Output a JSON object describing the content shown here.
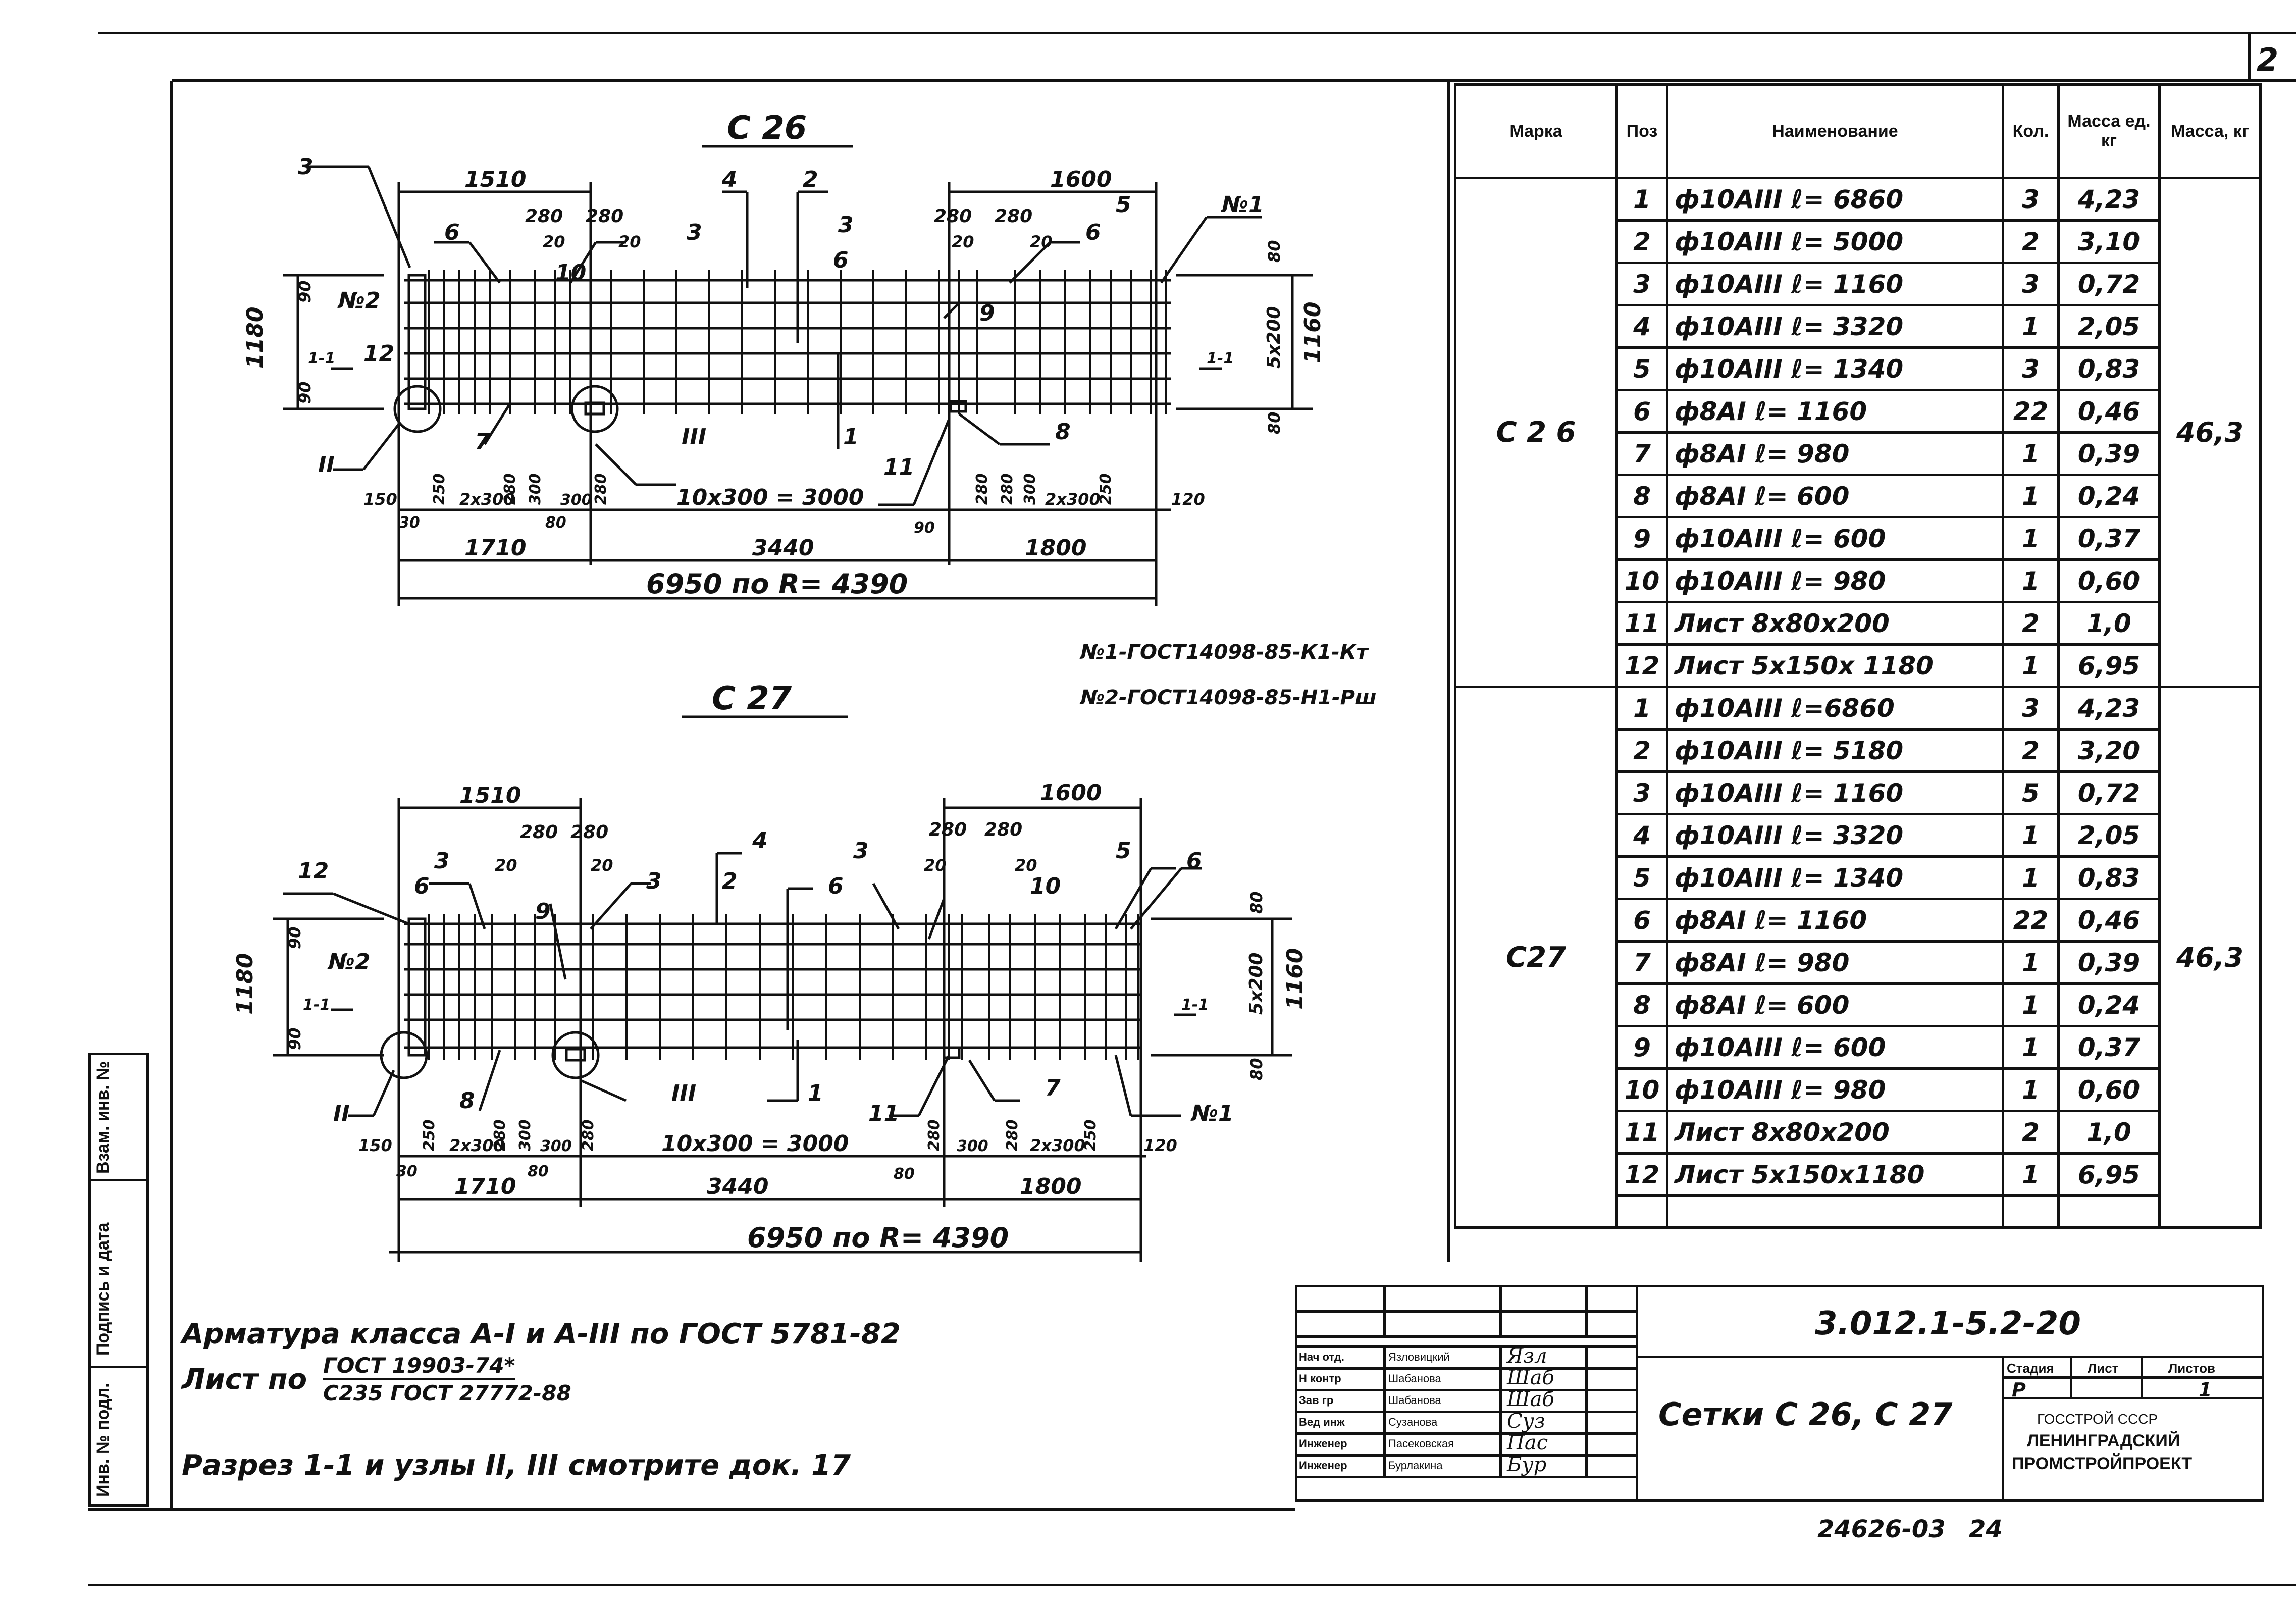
{
  "sheet_number": "2",
  "doc_number": "24626-03",
  "page_number": "24",
  "drawing_code": "3.012.1-5.2-20",
  "gost_mesh_1": "№1-ГОСТ14098-85-К1-Кт",
  "gost_mesh_2": "№2-ГОСТ14098-85-Н1-Рш",
  "notes": {
    "line1": "Арматура класса А-I и А-III по ГОСТ 5781-82",
    "line2_prefix": "Лист по",
    "line2_num": "ГОСТ 19903-74*",
    "line2_den": "С235 ГОСТ 27772-88",
    "line3": "Разрез 1-1 и узлы II, III смотрите док. 17"
  },
  "drawings": [
    {
      "title": "С 26",
      "labels": [
        "3",
        "4",
        "2",
        "3",
        "5",
        "№1",
        "6",
        "3",
        "6",
        "9",
        "6",
        "10",
        "№2",
        "12",
        "7",
        "III",
        "1",
        "11",
        "8",
        "II",
        "1-1",
        "1-1"
      ],
      "dims_top": [
        "1510",
        "1600",
        "280",
        "280",
        "280",
        "280",
        "20",
        "20",
        "20",
        "20"
      ],
      "dims_left": [
        "1180",
        "90",
        "90"
      ],
      "dims_right": [
        "80",
        "5х200",
        "1160",
        "80"
      ],
      "dims_bottom": [
        "150",
        "30",
        "250",
        "2х300",
        "280",
        "300",
        "300",
        "280",
        "10х300 = 3000",
        "80",
        "90",
        "280",
        "280",
        "300",
        "2х300",
        "250",
        "120"
      ],
      "dims_total": [
        "1710",
        "3440",
        "1800",
        "6950 по R= 4390"
      ]
    },
    {
      "title": "С 27",
      "labels": [
        "12",
        "3",
        "4",
        "3",
        "5",
        "6",
        "6",
        "9",
        "3",
        "2",
        "6",
        "10",
        "№2",
        "8",
        "III",
        "II",
        "1",
        "11",
        "7",
        "№1",
        "1-1",
        "1-1"
      ],
      "dims_top": [
        "1510",
        "1600",
        "280",
        "280",
        "280",
        "280",
        "20",
        "20",
        "20",
        "20"
      ],
      "dims_left": [
        "1180",
        "90",
        "90"
      ],
      "dims_right": [
        "80",
        "5х200",
        "1160",
        "80"
      ],
      "dims_bottom": [
        "150",
        "30",
        "250",
        "2х300",
        "280",
        "300",
        "300",
        "280",
        "10х300 = 3000",
        "80",
        "80",
        "280",
        "300",
        "280",
        "2х300",
        "250",
        "120"
      ],
      "dims_total": [
        "1710",
        "3440",
        "1800",
        "6950 по R= 4390"
      ]
    }
  ],
  "spec": {
    "headers": [
      "Марка",
      "Поз",
      "Наименование",
      "Кол.",
      "Масса ед. кг",
      "Масса, кг"
    ],
    "groups": [
      {
        "mark": "С 2 6",
        "mass": "46,3",
        "rows": [
          {
            "pos": "1",
            "name": "ф10АIII  ℓ= 6860",
            "qty": "3",
            "unit": "4,23"
          },
          {
            "pos": "2",
            "name": "ф10АIII  ℓ= 5000",
            "qty": "2",
            "unit": "3,10"
          },
          {
            "pos": "3",
            "name": "ф10АIII ℓ= 1160",
            "qty": "3",
            "unit": "0,72"
          },
          {
            "pos": "4",
            "name": "ф10АIII  ℓ= 3320",
            "qty": "1",
            "unit": "2,05"
          },
          {
            "pos": "5",
            "name": "ф10АIII  ℓ= 1340",
            "qty": "3",
            "unit": "0,83"
          },
          {
            "pos": "6",
            "name": "ф8АI  ℓ= 1160",
            "qty": "22",
            "unit": "0,46"
          },
          {
            "pos": "7",
            "name": "ф8АI  ℓ= 980",
            "qty": "1",
            "unit": "0,39"
          },
          {
            "pos": "8",
            "name": "ф8АI  ℓ= 600",
            "qty": "1",
            "unit": "0,24"
          },
          {
            "pos": "9",
            "name": "ф10АIII ℓ= 600",
            "qty": "1",
            "unit": "0,37"
          },
          {
            "pos": "10",
            "name": "ф10АIII  ℓ= 980",
            "qty": "1",
            "unit": "0,60"
          },
          {
            "pos": "11",
            "name": "Лист 8х80х200",
            "qty": "2",
            "unit": "1,0"
          },
          {
            "pos": "12",
            "name": "Лист 5х150х 1180",
            "qty": "1",
            "unit": "6,95"
          }
        ]
      },
      {
        "mark": "С27",
        "mass": "46,3",
        "rows": [
          {
            "pos": "1",
            "name": "ф10АIII ℓ=6860",
            "qty": "3",
            "unit": "4,23"
          },
          {
            "pos": "2",
            "name": "ф10АIII ℓ= 5180",
            "qty": "2",
            "unit": "3,20"
          },
          {
            "pos": "3",
            "name": "ф10АIII ℓ= 1160",
            "qty": "5",
            "unit": "0,72"
          },
          {
            "pos": "4",
            "name": "ф10АIII ℓ= 3320",
            "qty": "1",
            "unit": "2,05"
          },
          {
            "pos": "5",
            "name": "ф10АIII ℓ= 1340",
            "qty": "1",
            "unit": "0,83"
          },
          {
            "pos": "6",
            "name": "ф8АI  ℓ= 1160",
            "qty": "22",
            "unit": "0,46"
          },
          {
            "pos": "7",
            "name": "ф8АI ℓ= 980",
            "qty": "1",
            "unit": "0,39"
          },
          {
            "pos": "8",
            "name": "ф8АI ℓ= 600",
            "qty": "1",
            "unit": "0,24"
          },
          {
            "pos": "9",
            "name": "ф10АIII ℓ= 600",
            "qty": "1",
            "unit": "0,37"
          },
          {
            "pos": "10",
            "name": "ф10АIII ℓ= 980",
            "qty": "1",
            "unit": "0,60"
          },
          {
            "pos": "11",
            "name": "Лист 8х80х200",
            "qty": "2",
            "unit": "1,0"
          },
          {
            "pos": "12",
            "name": "Лист 5х150х1180",
            "qty": "1",
            "unit": "6,95"
          }
        ]
      }
    ]
  },
  "title_block": {
    "roles": [
      "Нач отд.",
      "Н контр",
      "Зав гр",
      "Вед инж",
      "Инженер",
      "Инженер"
    ],
    "names": [
      "Язловицкий",
      "Шабанова",
      "Шабанова",
      "Сузанова",
      "Пасековская",
      "Бурлакина"
    ],
    "signatures": [
      "Язл",
      "Шаб",
      "Шаб",
      "Суз",
      "Пас",
      "Бур"
    ],
    "product_name": "Сетки  С 26,  С 27",
    "stage_header": "Стадия",
    "sheet_header": "Лист",
    "sheets_header": "Листов",
    "stage": "Р",
    "sheet": "",
    "sheets": "1",
    "org_line1": "ГОССТРОЙ СССР",
    "org_line2": "ЛЕНИНГРАДСКИЙ",
    "org_line3": "ПРОМСТРОЙПРОЕКТ"
  },
  "margin": {
    "inv_orig": "Инв. № подл.",
    "sign_date": "Подпись и дата",
    "vzam": "Взам. инв. №"
  }
}
